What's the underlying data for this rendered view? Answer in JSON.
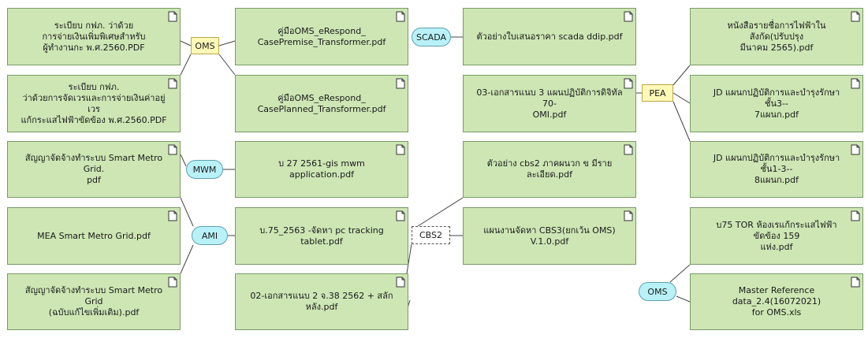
{
  "documents": {
    "rule_special_pay": "ระเบียบ กฟภ. ว่าด้วย\nการจ่ายเงินเพิ่มพิเศษสำหรับ\nผู้ทำงานกะ พ.ศ.2560.PDF",
    "rule_repair_pay": "ระเบียบ กฟภ.\nว่าด้วยการจัดเวรและการจ่ายเงินค่าอยู่เวร\nแก้กระแสไฟฟ้าขัดข้อง พ.ศ.2560.PDF",
    "manual_premise": "คู่มือOMS_eRespond_\nCasePremise_Transformer.pdf",
    "manual_planned": "คู่มือOMS_eRespond_\nCasePlanned_Transformer.pdf",
    "scada_quote": "ตัวอย่างใบเสนอราคา scada ddip.pdf",
    "attachment3": "03-เอกสารแนบ 3 แผนปฏิบัติการดิจิทัล 70-\nOMI.pdf",
    "name_list": "หนังสือรายชื่อการไฟฟ้าในสังกัด(ปรับปรุง\nมีนาคม 2565).pdf",
    "jd_3_7": "JD แผนกปฏิบัติการและบำรุงรักษา ชั้น3--\n7แผนก.pdf",
    "jd_1_3_8": "JD แผนกปฏิบัติการและบำรุงรักษา ชั้น1-3--\n8แผนก.pdf",
    "smart_contract": "สัญญาจัดจ้างทำระบบ Smart Metro Grid.\npdf",
    "mea_smart": "MEA Smart Metro Grid.pdf",
    "smart_contract_amend": "สัญญาจัดจ้างทำระบบ Smart Metro Grid\n(ฉบับแก้ไขเพิ่มเติม).pdf",
    "gis_mwm": "บ 27 2561-gis mwm application.pdf",
    "pc_tracking": "บ.75_2563 -จัดหา pc tracking tablet.pdf",
    "attachment2": "02-เอกสารแนบ 2 จ.38 2562 + สลักหลัง.pdf",
    "cbs2_sample": "ตัวอย่าง cbs2 ภาคผนวก ข มีรายละเอียด.pdf",
    "cbs3_plan": "แผนงานจัดหา CBS3(ยกเว้น OMS)\nV.1.0.pdf",
    "tor_159": "บ75 TOR ห้องเรแก้กระแสไฟฟ้าขัดข้อง 159\nแห่ง.pdf",
    "master_ref": "Master Reference data_2.4(16072021)\nfor OMS.xls"
  },
  "tags": {
    "oms_top": "OMS",
    "scada": "SCADA",
    "pea": "PEA",
    "mwm": "MWM",
    "ami": "AMI",
    "cbs2": "CBS2",
    "oms_bottom": "OMS"
  },
  "colors": {
    "document_fill": "#cde6b4",
    "document_border": "#7a9a66",
    "tag_yellow": "#fff9b8",
    "tag_cyan": "#b8f2f8"
  }
}
